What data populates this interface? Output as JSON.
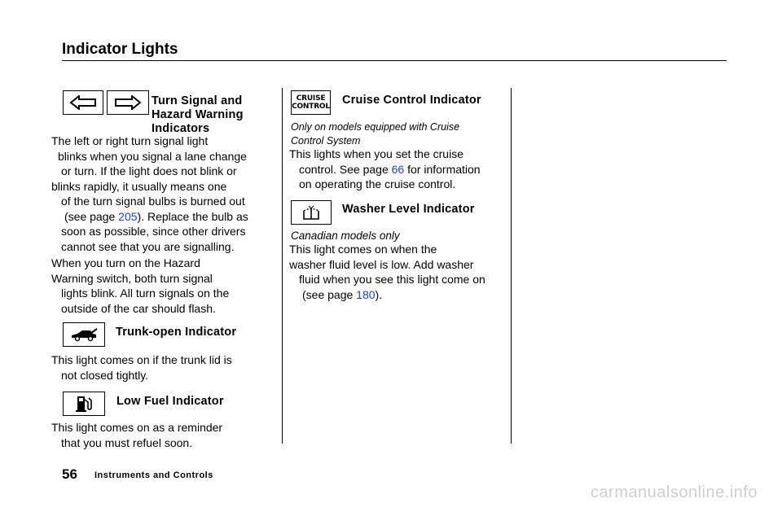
{
  "page": {
    "title": "Indicator Lights",
    "page_number": "56",
    "section": "Instruments and Controls"
  },
  "turn_signal": {
    "heading": [
      "Turn Signal and",
      "Hazard Warning",
      "Indicators"
    ],
    "para1": [
      "The left or right turn signal light",
      "blinks when you signal a lane change",
      "or turn. If the light does not blink or",
      "blinks rapidly, it usually means one",
      "of the turn signal bulbs is burned out"
    ],
    "para1_pre": "(see page ",
    "para1_link": "205",
    "para1_post": "). Replace the bulb as",
    "para1_tail": [
      "soon as possible, since other drivers",
      "cannot see that you are signalling."
    ],
    "para2": [
      "When you turn on the Hazard",
      "Warning switch, both turn signal",
      "lights blink. All turn signals on the",
      "outside of the car should flash."
    ]
  },
  "trunk": {
    "heading": "Trunk-open  Indicator",
    "body": [
      "This light comes on if the trunk lid is",
      "not closed tightly."
    ]
  },
  "low_fuel": {
    "heading": "Low Fuel Indicator",
    "body": [
      "This light comes on as a reminder",
      "that you must refuel soon."
    ]
  },
  "cruise": {
    "badge_line1": "CRUISE",
    "badge_line2": "CONTROL",
    "heading": "Cruise Control Indicator",
    "note": [
      "Only on models equipped with  Cruise",
      "Control System"
    ],
    "body_line1": "This lights when you set the cruise",
    "body_pre": "control. See page ",
    "body_link": "66",
    "body_post": " for information",
    "body_line3": "on operating the cruise control."
  },
  "washer": {
    "heading": "Washer Level Indicator",
    "note": "Canadian models only",
    "body": [
      "This light comes on when the",
      "washer fluid level is low. Add washer",
      "fluid when you see this light come on"
    ],
    "body_pre": "(see page ",
    "body_link": "180",
    "body_post": ")."
  },
  "watermark": "carmanualsonline.info"
}
